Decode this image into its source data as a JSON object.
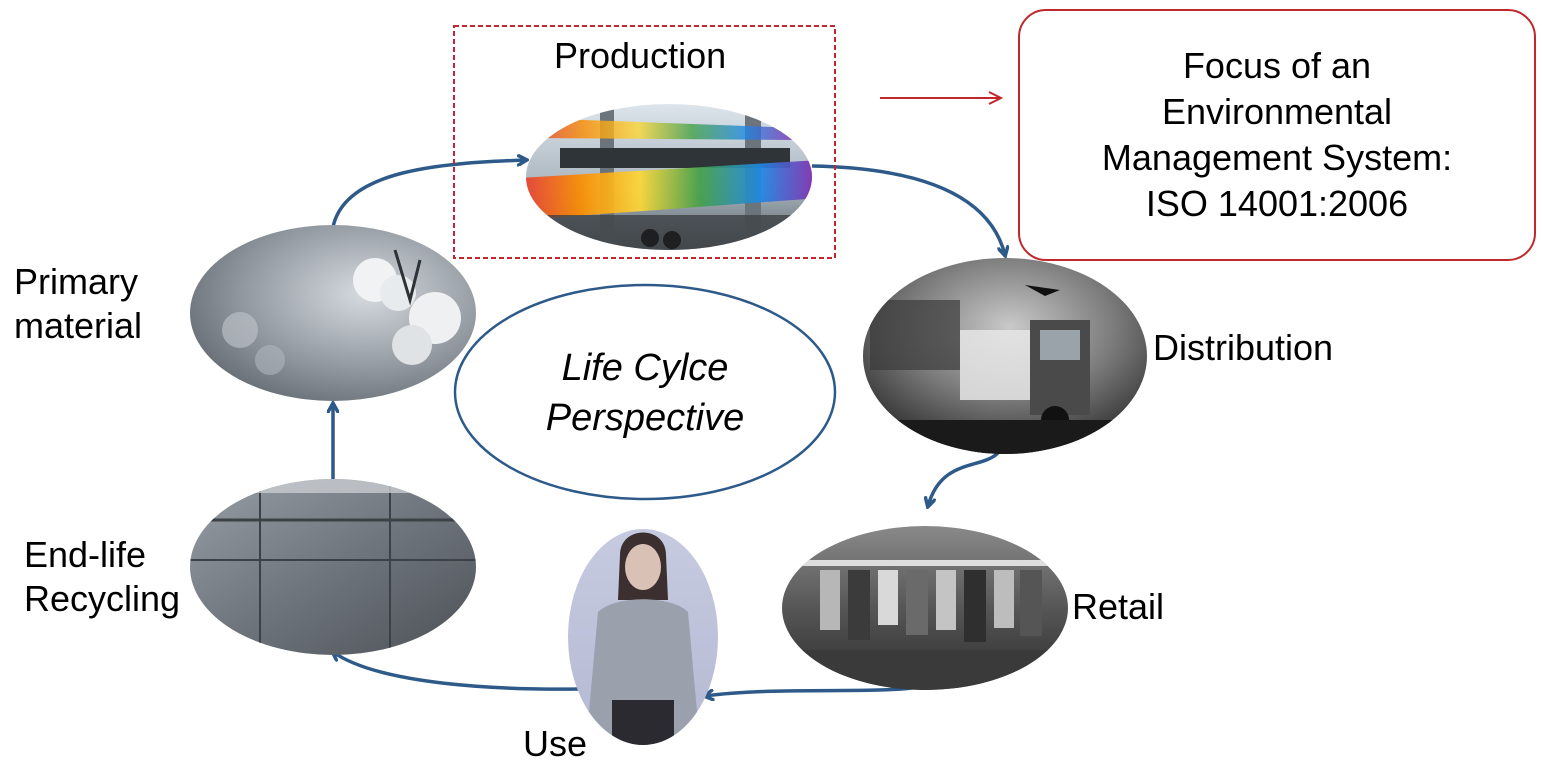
{
  "center": {
    "line1": "Life Cylce",
    "line2": "Perspective"
  },
  "stages": {
    "production": "Production",
    "distribution": "Distribution",
    "retail": "Retail",
    "use": "Use",
    "end_life_line1": "End-life",
    "end_life_line2": "Recycling",
    "primary_line1": "Primary",
    "primary_line2": "material"
  },
  "focus": {
    "line1": "Focus of an",
    "line2": "Environmental",
    "line3": "Management System:",
    "line4": "ISO 14001:2006"
  },
  "colors": {
    "cycle_arrow": "#2e5a8a",
    "focus_accent": "#c0282d",
    "center_ellipse": "#2e5a8a"
  },
  "icons": {
    "production": "textile-loom-image",
    "distribution": "truck-plane-ship-image",
    "retail": "clothing-store-image",
    "use": "woman-sweater-image",
    "end_life": "fiber-bale-image",
    "primary": "cotton-plant-image"
  }
}
